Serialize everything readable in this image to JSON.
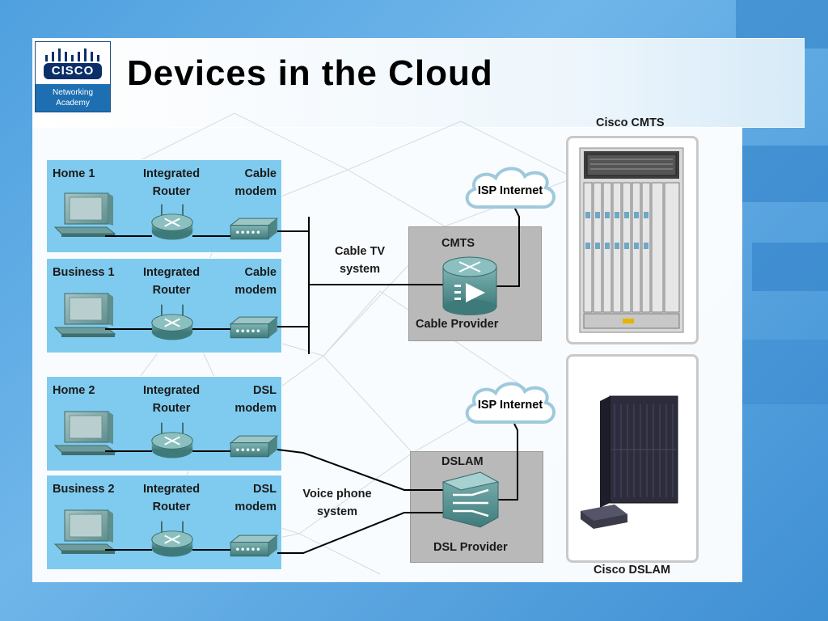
{
  "slide": {
    "title": "Devices in the Cloud",
    "logo": {
      "brand": "CISCO",
      "sub_line1": "Networking",
      "sub_line2": "Academy"
    }
  },
  "cable_section": {
    "home": {
      "name": "Home 1",
      "router": [
        "Integrated",
        "Router"
      ],
      "modem": [
        "Cable",
        "modem"
      ]
    },
    "business": {
      "name": "Business 1",
      "router": [
        "Integrated",
        "Router"
      ],
      "modem": [
        "Cable",
        "modem"
      ]
    },
    "link_label": [
      "Cable TV",
      "system"
    ],
    "provider_box": {
      "title": "CMTS",
      "caption": "Cable Provider"
    },
    "cloud": "ISP Internet",
    "photo_caption": "Cisco CMTS"
  },
  "dsl_section": {
    "home": {
      "name": "Home 2",
      "router": [
        "Integrated",
        "Router"
      ],
      "modem": [
        "DSL",
        "modem"
      ]
    },
    "business": {
      "name": "Business 2",
      "router": [
        "Integrated",
        "Router"
      ],
      "modem": [
        "DSL",
        "modem"
      ]
    },
    "link_label": [
      "Voice phone",
      "system"
    ],
    "provider_box": {
      "title": "DSLAM",
      "caption": "DSL Provider"
    },
    "cloud": "ISP Internet",
    "photo_caption": "Cisco DSLAM"
  },
  "colors": {
    "panel": "#7fcbef",
    "provider_box": "#b9b9b9",
    "device": "#4a8a8a",
    "link": "#000000"
  },
  "icons": [
    "pc-icon",
    "router-icon",
    "modem-icon",
    "cloud-icon",
    "cmts-icon",
    "dslam-icon"
  ]
}
